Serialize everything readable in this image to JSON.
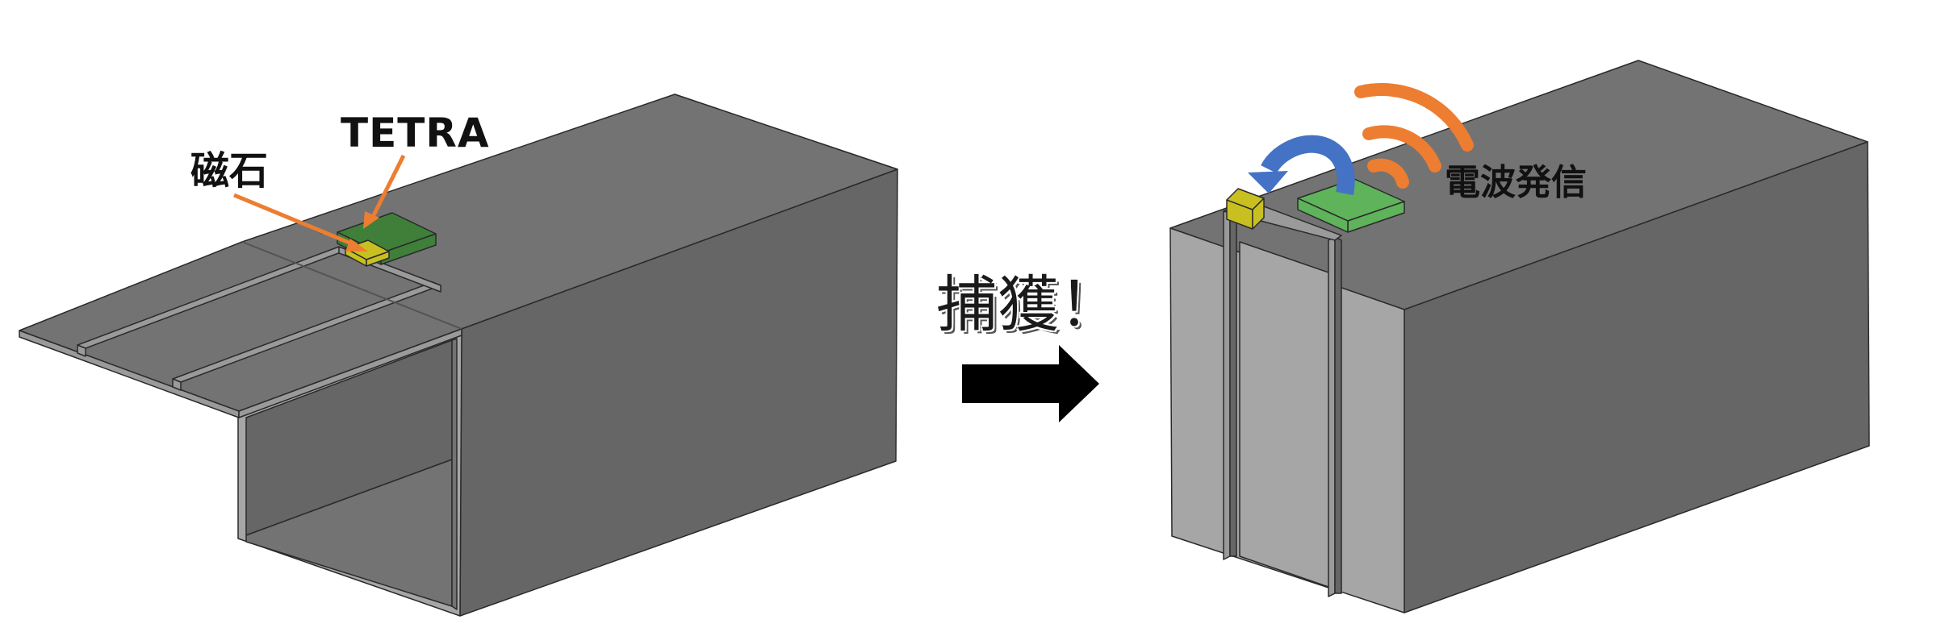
{
  "labels": {
    "tetra": "TETRA",
    "magnet": "磁石",
    "capture": "捕獲！",
    "radio_signal": "電波発信"
  },
  "colors": {
    "box_top": "#737373",
    "box_side": "#666666",
    "interior": "#a6a6a6",
    "rail": "#9a9a9a",
    "tetra_device": "#3f7f3a",
    "tetra_device_released": "#5fb35a",
    "magnet": "#c8c020",
    "pointer_arrow": "#ed7d31",
    "rotate_arrow": "#4472c4",
    "signal_waves": "#ed7d31",
    "main_arrow": "#000000",
    "outline": "#2a2a2a"
  },
  "icons": {
    "flow_arrow": "right-arrow-icon",
    "rotation": "curved-arrow-icon",
    "signal": "radio-waves-icon"
  }
}
